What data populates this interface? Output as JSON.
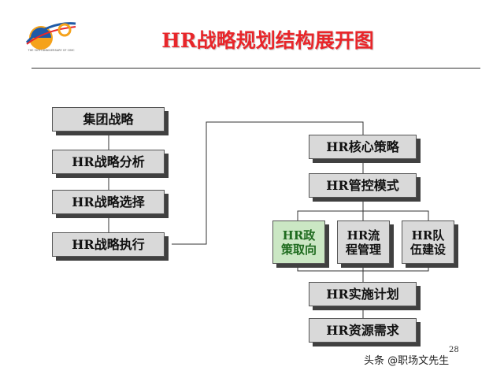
{
  "title": "HR战略规划结构展开图",
  "logo": {
    "icon": "company-logo-icon",
    "caption": "THE 30TH ANNIVERSARY OF CIMC"
  },
  "left_column": [
    "集团战略",
    "HR战略分析",
    "HR战略选择",
    "HR战略执行"
  ],
  "right_column": {
    "core_strategy": "HR核心策略",
    "control_mode": "HR管控模式",
    "sub_items": [
      {
        "line1": "HR政",
        "line2": "策取向",
        "highlight": true
      },
      {
        "line1": "HR流",
        "line2": "程管理",
        "highlight": false
      },
      {
        "line1": "HR队",
        "line2": "伍建设",
        "highlight": false
      }
    ],
    "implementation_plan": "HR实施计划",
    "resource_needs": "HR资源需求"
  },
  "page_number": "28",
  "watermark": "头条 @职场文先生",
  "colors": {
    "title": "#e8262a",
    "box_fill": "#d9d9d9",
    "highlight_fill": "#cbe7c4",
    "highlight_text": "#1f6b1f"
  }
}
